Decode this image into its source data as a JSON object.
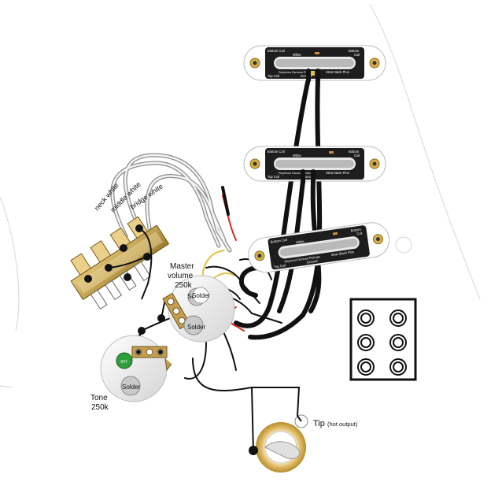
{
  "pickups": [
    {
      "top_left": "Bottom Coil",
      "top_right_a": "Bottom",
      "top_right_b": "Coil",
      "center_top": "White",
      "center_bottom": "Seymour Duncan Pickups",
      "right_label": "Strat Stack Plus",
      "bottom_left": "Top Coil",
      "bottom_center": "Ground"
    },
    {
      "top_left": "Bottom Coil",
      "top_right_a": "Bottom",
      "top_right_b": "Coil",
      "center_top": "White",
      "center_bottom": "Seymour Duncan Pickups",
      "right_label": "Strat Stack Plus",
      "bottom_left": "Top Coil",
      "bottom_center": "Ground"
    },
    {
      "top_left": "Bottom Coil",
      "top_right_a": "Bottom",
      "top_right_b": "Coil",
      "center_top": "White",
      "center_bottom": "Seymour Duncan Pickups",
      "right_label": "Strat Stack Plus",
      "bottom_left": "Top Coil",
      "bottom_center": "Ground"
    }
  ],
  "switch_labels": {
    "neck": "neck white",
    "middle": "middle white",
    "bridge": "bridge white"
  },
  "volume": {
    "line1": "Master",
    "line2": "volume",
    "line3": "250k",
    "solder_a": "Solder",
    "solder_b": "Solder"
  },
  "tone": {
    "line1": "Tone",
    "line2": "250k",
    "solder": "Solder",
    "cap": ".047"
  },
  "jack": {
    "tip_label": "Tip",
    "tip_note": "(hot output)"
  },
  "colors": {
    "black_wire": "#111111",
    "white_wire": "#9a9a9a",
    "red_wire": "#d62a1c",
    "yellow_wire": "#e0c14a",
    "cap_green": "#2e9e3a",
    "switch_body": "#c9a64e"
  }
}
